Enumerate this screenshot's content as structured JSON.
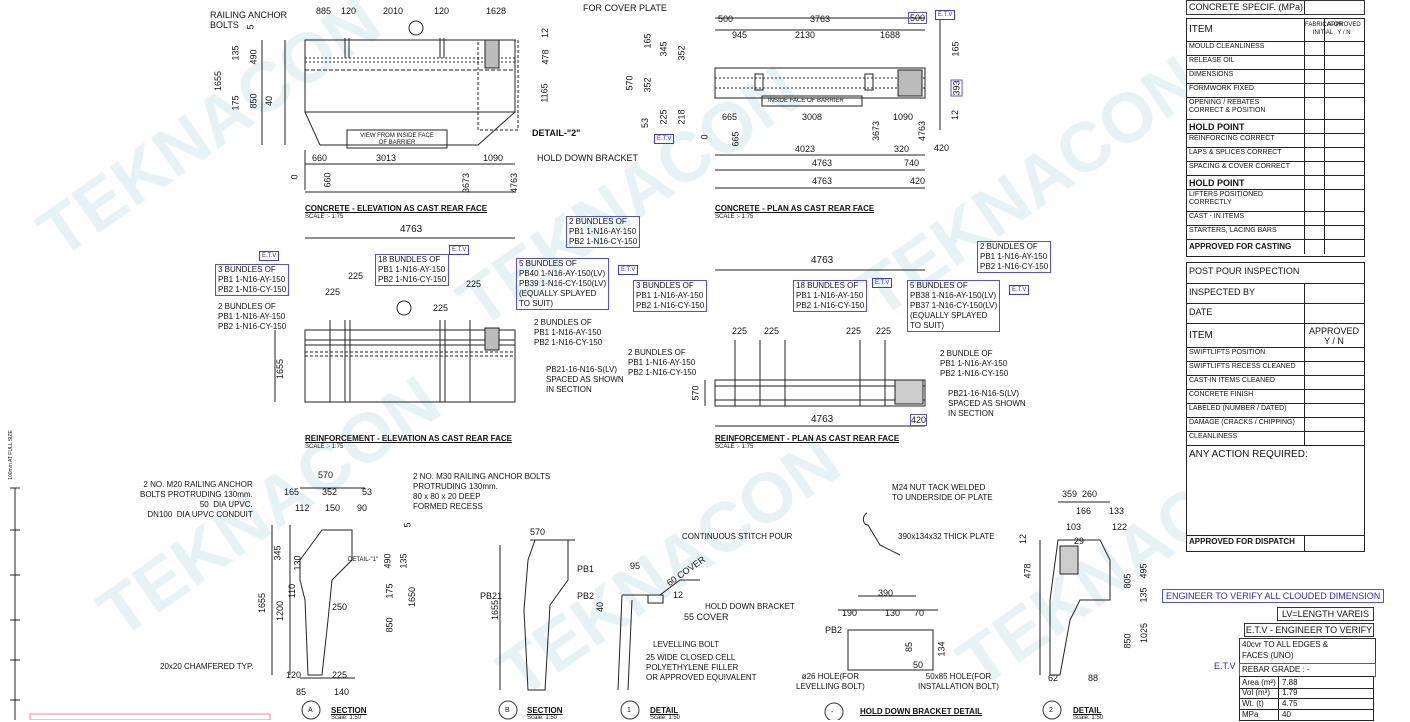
{
  "top_strip": {
    "railing_anchor_label": "RAILING ANCHOR\nBOLTS",
    "cover_plate_label": "FOR COVER PLATE",
    "dims_top": [
      "885",
      "120",
      "2010",
      "120",
      "1628"
    ],
    "plan_top": [
      "4763",
      "500",
      "3763",
      "500",
      "945",
      "2130",
      "1688"
    ]
  },
  "elev_concrete": {
    "title": "CONCRETE -  ELEVATION AS CAST REAR FACE",
    "scale": "SCALE :- 1:75",
    "view_note": "VIEW FROM INSIDE FACE OF BARRIER",
    "detail2": "DETAIL-\"2\"",
    "hold_down": "HOLD DOWN BRACKET",
    "dims_left": [
      "5",
      "135",
      "490",
      "1655",
      "175",
      "850",
      "40"
    ],
    "dims_right": [
      "12",
      "478",
      "1165"
    ],
    "dims_bottom": [
      "660",
      "3013",
      "1090",
      "0",
      "660",
      "3673",
      "4763"
    ]
  },
  "plan_concrete": {
    "title": "CONCRETE -  PLAN AS CAST REAR FACE",
    "scale": "SCALE :- 1:75",
    "inside_face": "INSIDE FACE OF BARRIER",
    "dims_left": [
      "165",
      "345",
      "352",
      "570",
      "352",
      "225",
      "218",
      "53"
    ],
    "dims_right": [
      "165",
      "393",
      "12"
    ],
    "dims_bottom": [
      "665",
      "3008",
      "1090",
      "0",
      "665",
      "4023",
      "3673",
      "320",
      "4763",
      "420",
      "4763",
      "740",
      "4763",
      "420"
    ]
  },
  "elev_reinf": {
    "title": "REINFORCEMENT -  ELEVATION AS CAST REAR FACE",
    "scale": "SCALE :- 1:75",
    "total": "4763",
    "height": "1655",
    "spacing": [
      "225",
      "225",
      "225",
      "225"
    ],
    "notes": {
      "b3": "3 BUNDLES OF\nPB1 1-N16-AY-150\nPB2 1-N16-CY-150",
      "b18": "18 BUNDLES OF\nPB1 1-N16-AY-150\nPB2 1-N16-CY-150",
      "b2top": "2 BUNDLES OF\nPB1 1-N16-AY-150\nPB2 1-N16-CY-150",
      "b5": "5 BUNDLES OF\nPB40 1-N16-AY-150(LV)\nPB39 1-N16-CY-150(LV)\n(EQUALLY SPLAYED\nTO SUIT)",
      "b2left": "2 BUNDLES OF\nPB1 1-N16-AY-150\nPB2 1-N16-CY-150",
      "b2right": "2 BUNDLES OF\nPB1 1-N16-AY-150\nPB2 1-N16-CY-150",
      "pb21": "PB21-16-N16-S(LV)\nSPACED AS SHOWN\nIN SECTION"
    }
  },
  "plan_reinf": {
    "title": "REINFORCEMENT -  PLAN AS CAST REAR FACE",
    "scale": "SCALE :- 1:75",
    "total": "4763",
    "total2": "4763",
    "end": "420",
    "height": "570",
    "spacing": [
      "225",
      "225",
      "225",
      "225"
    ],
    "notes": {
      "b3": "3 BUNDLES OF\nPB1 1-N16-AY-150\nPB2 1-N16-CY-150",
      "b18": "18 BUNDLES OF\nPB1 1-N16-AY-150\nPB2 1-N16-CY-150",
      "b2top": "2 BUNDLES OF\nPB1 1-N16-AY-150\nPB2 1-N16-CY-150",
      "b5": "5 BUNDLES OF\nPB38 1-N16-AY-150(LV)\nPB37 1-N16-CY-150(LV)\n(EQUALLY SPLAYED\nTO SUIT)",
      "b2left": "2 BUNDLES OF\nPB1 1-N16-AY-150\nPB2 1-N16-CY-150",
      "b2right": "2 BUNDLE OF\nPB1 1-N16-AY-150\nPB2 1-N16-CY-150",
      "pb21": "PB21-16-N16-S(LV)\nSPACED AS SHOWN\nIN SECTION"
    }
  },
  "section_a": {
    "title": "SECTION",
    "marker": "A",
    "scale": "Scale: 1:50",
    "note_left": "2 NO. M20 RAILING ANCHOR\nBOLTS PROTRUDING 130mm.\n50  DIA UPVC.\nDN100  DIA UPVC CONDUIT",
    "note_right": "2 NO. M30 RAILING ANCHOR BOLTS\nPROTRUDING 130mm.\n80 x 80 x 20 DEEP\nFORMED RECESS",
    "chamfer": "20x20 CHAMFERED TYP.",
    "detail1": "DETAIL-\"1\"",
    "dims": [
      "570",
      "165",
      "352",
      "53",
      "112",
      "150",
      "90",
      "5",
      "345",
      "130",
      "490",
      "135",
      "1655",
      "110",
      "175",
      "1650",
      "1200",
      "250",
      "850",
      "120",
      "225",
      "85",
      "140"
    ]
  },
  "section_b": {
    "title": "SECTION",
    "marker": "B",
    "scale": "Scale: 1:50",
    "dims": [
      "570",
      "1655"
    ],
    "labels": [
      "PB1",
      "PB21",
      "PB2"
    ]
  },
  "detail_1": {
    "title": "DETAIL",
    "marker": "1",
    "scale": "Scale: 1:50",
    "stitch": "CONTINUOUS STITCH POUR",
    "cover60": "60 COVER",
    "cover55": "55 COVER",
    "hold": "HOLD DOWN BRACKET",
    "level": "LEVELLING BOLT",
    "filler": "25 WIDE CLOSED CELL\nPOLYETHYLENE FILLER\nOR APPROVED EQUIVALENT",
    "dims": [
      "95",
      "12",
      "40"
    ]
  },
  "hold_detail": {
    "title": "HOLD DOWN BRACKET DETAIL",
    "marker": "-",
    "m24": "M24 NUT TACK WELDED\nTO UNDERSIDE OF PLATE",
    "plate": "390x134x32 THICK PLATE",
    "hole26": "ø26 HOLE(FOR\nLEVELLING BOLT)",
    "hole50": "50x85 HOLE(FOR\nINSTALLATION BOLT)",
    "dims": [
      "12",
      "390",
      "190",
      "130",
      "70",
      "PB2",
      "85",
      "134",
      "50"
    ]
  },
  "detail_2": {
    "title": "DETAIL",
    "marker": "2",
    "scale": "Scale: 1:50",
    "dims": [
      "359",
      "260",
      "166",
      "133",
      "103",
      "122",
      "29",
      "478",
      "805",
      "495",
      "135",
      "1025",
      "850",
      "62",
      "88"
    ]
  },
  "etv_tag": "E.T.V",
  "checklist": {
    "concrete_spec": "CONCRETE SPECIF. (MPa)",
    "header_item": "ITEM",
    "header_fab": "FABRICATOR\nINITIAL",
    "header_appr": "APPROVED\nY / N",
    "rows": [
      "MOULD CLEANLINESS",
      "RELEASE OIL",
      "DIMENSIONS",
      "FORMWORK FIXED",
      "OPENING / REBATES\nCORRECT & POSITION",
      "HOLD POINT",
      "REINFORCING CORRECT",
      "LAPS & SPLICES CORRECT",
      "SPACING & COVER CORRECT",
      "HOLD POINT",
      "LIFTERS POSITIONED\nCORRECTLY",
      "CAST - IN ITEMS",
      "STARTERS, LACING BARS",
      "APPROVED FOR CASTING"
    ],
    "post_pour": "POST POUR INSPECTION",
    "inspected_by": "INSPECTED BY",
    "date": "DATE",
    "item2": "ITEM",
    "approved2": "APPROVED\nY / N",
    "rows2": [
      "SWIFTLIFTS POSITION",
      "SWIFTLIFTS RECESS CLEANED",
      "CAST-IN ITEMS CLEANED",
      "CONCRETE FINISH",
      "LABELED (NUMBER / DATED)",
      "DAMAGE (CRACKS / CHIPPING)",
      "CLEANLINESS"
    ],
    "any_action": "ANY ACTION REQUIRED:",
    "dispatch": "APPROVED FOR DISPATCH"
  },
  "notes_right": {
    "clouded": "ENGINEER TO VERIFY ALL CLOUDED DIMENSION",
    "lv": "LV=LENGTH VAREIS",
    "etv": "E.T.V - ENGINEER TO VERIFY",
    "etv_side": "E.T.V",
    "cover": "40cvr TO ALL EDGES &\nFACES (UNO)",
    "rebar": "REBAR GRADE  : -",
    "props": [
      {
        "k": "Area (m²)",
        "v": "7.88"
      },
      {
        "k": "Vol (m³)",
        "v": "1.79"
      },
      {
        "k": "Wt. (t)",
        "v": "4.75"
      },
      {
        "k": "MPa",
        "v": "40"
      }
    ]
  },
  "side_scale": "100mm AT FULL SIZE",
  "watermark": "TEKNACON"
}
